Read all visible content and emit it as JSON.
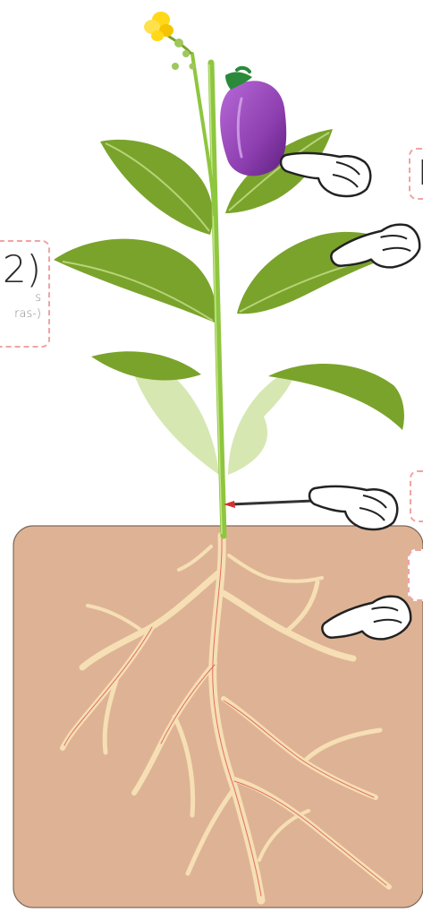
{
  "labels": {
    "left": {
      "main_text": "2)",
      "line_1": "s",
      "line_2": "ras-)"
    },
    "top_right": {
      "main_text": "I"
    },
    "stem_right": {
      "main_text": ""
    },
    "root_right": {
      "main_text": ""
    }
  },
  "colors": {
    "soil": "#deb395",
    "leaf": "#7aa32b",
    "leaf_pale": "#d6e7b2",
    "stem": "#8ec63f",
    "root": "#f6dfb5",
    "eggplant": "#8e3fb0",
    "flower": "#ffd817",
    "label_border": "#f0a3a3",
    "probe_tip": "#d92f2f"
  },
  "icons": {
    "hand": "pointing-hand-icon",
    "eggplant": "eggplant-icon",
    "flower": "flower-icon",
    "probe": "probe-icon"
  }
}
